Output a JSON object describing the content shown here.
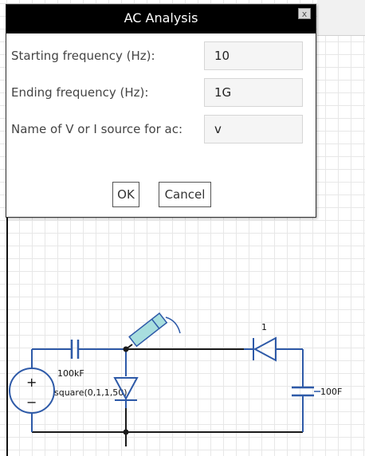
{
  "dialog": {
    "title": "AC Analysis",
    "close_glyph": "x",
    "fields": [
      {
        "label": "Starting frequency (Hz):",
        "value": "10"
      },
      {
        "label": "Ending frequency (Hz):",
        "value": "1G"
      },
      {
        "label": "Name of V or I source for ac:",
        "value": "v"
      }
    ],
    "ok_label": "OK",
    "cancel_label": "Cancel"
  },
  "circuit": {
    "capacitor1_label": "100kF",
    "capacitor2_label": "100F",
    "diode_label": "1",
    "source_label": "square(0,1,1,50)",
    "source_plus": "+",
    "source_minus": "−"
  },
  "colors": {
    "wire": "#1a1a1a",
    "component": "#2e5aa8",
    "probe": "#a8dede",
    "dialog_title_bg": "#000000"
  }
}
